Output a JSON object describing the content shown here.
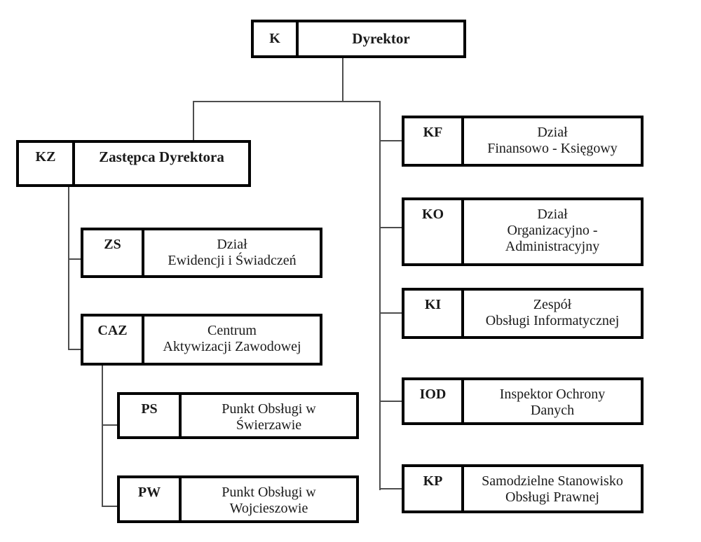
{
  "org": {
    "background_color": "#ffffff",
    "box_border_color": "#000000",
    "connector_color": "#4d4d4d",
    "nodes": [
      {
        "id": "K",
        "code": "K",
        "label": "Dyrektor"
      },
      {
        "id": "KZ",
        "code": "KZ",
        "label": "Zastępca Dyrektora"
      },
      {
        "id": "ZS",
        "code": "ZS",
        "label": "Dział\nEwidencji i Świadczeń"
      },
      {
        "id": "CAZ",
        "code": "CAZ",
        "label": "Centrum\nAktywizacji Zawodowej"
      },
      {
        "id": "PS",
        "code": "PS",
        "label": "Punkt Obsługi w\nŚwierzawie"
      },
      {
        "id": "PW",
        "code": "PW",
        "label": "Punkt Obsługi w\nWojcieszowie"
      },
      {
        "id": "KF",
        "code": "KF",
        "label": "Dział\nFinansowo - Księgowy"
      },
      {
        "id": "KO",
        "code": "KO",
        "label": "Dział\nOrganizacyjno -\nAdministracyjny"
      },
      {
        "id": "KI",
        "code": "KI",
        "label": "Zespół\nObsługi Informatycznej"
      },
      {
        "id": "IOD",
        "code": "IOD",
        "label": "Inspektor Ochrony\nDanych"
      },
      {
        "id": "KP",
        "code": "KP",
        "label": "Samodzielne Stanowisko\nObsługi Prawnej"
      }
    ],
    "edges": [
      {
        "from": "K",
        "to": "KZ"
      },
      {
        "from": "K",
        "to": "KF"
      },
      {
        "from": "K",
        "to": "KO"
      },
      {
        "from": "K",
        "to": "KI"
      },
      {
        "from": "K",
        "to": "IOD"
      },
      {
        "from": "K",
        "to": "KP"
      },
      {
        "from": "KZ",
        "to": "ZS"
      },
      {
        "from": "KZ",
        "to": "CAZ"
      },
      {
        "from": "CAZ",
        "to": "PS"
      },
      {
        "from": "CAZ",
        "to": "PW"
      }
    ]
  }
}
